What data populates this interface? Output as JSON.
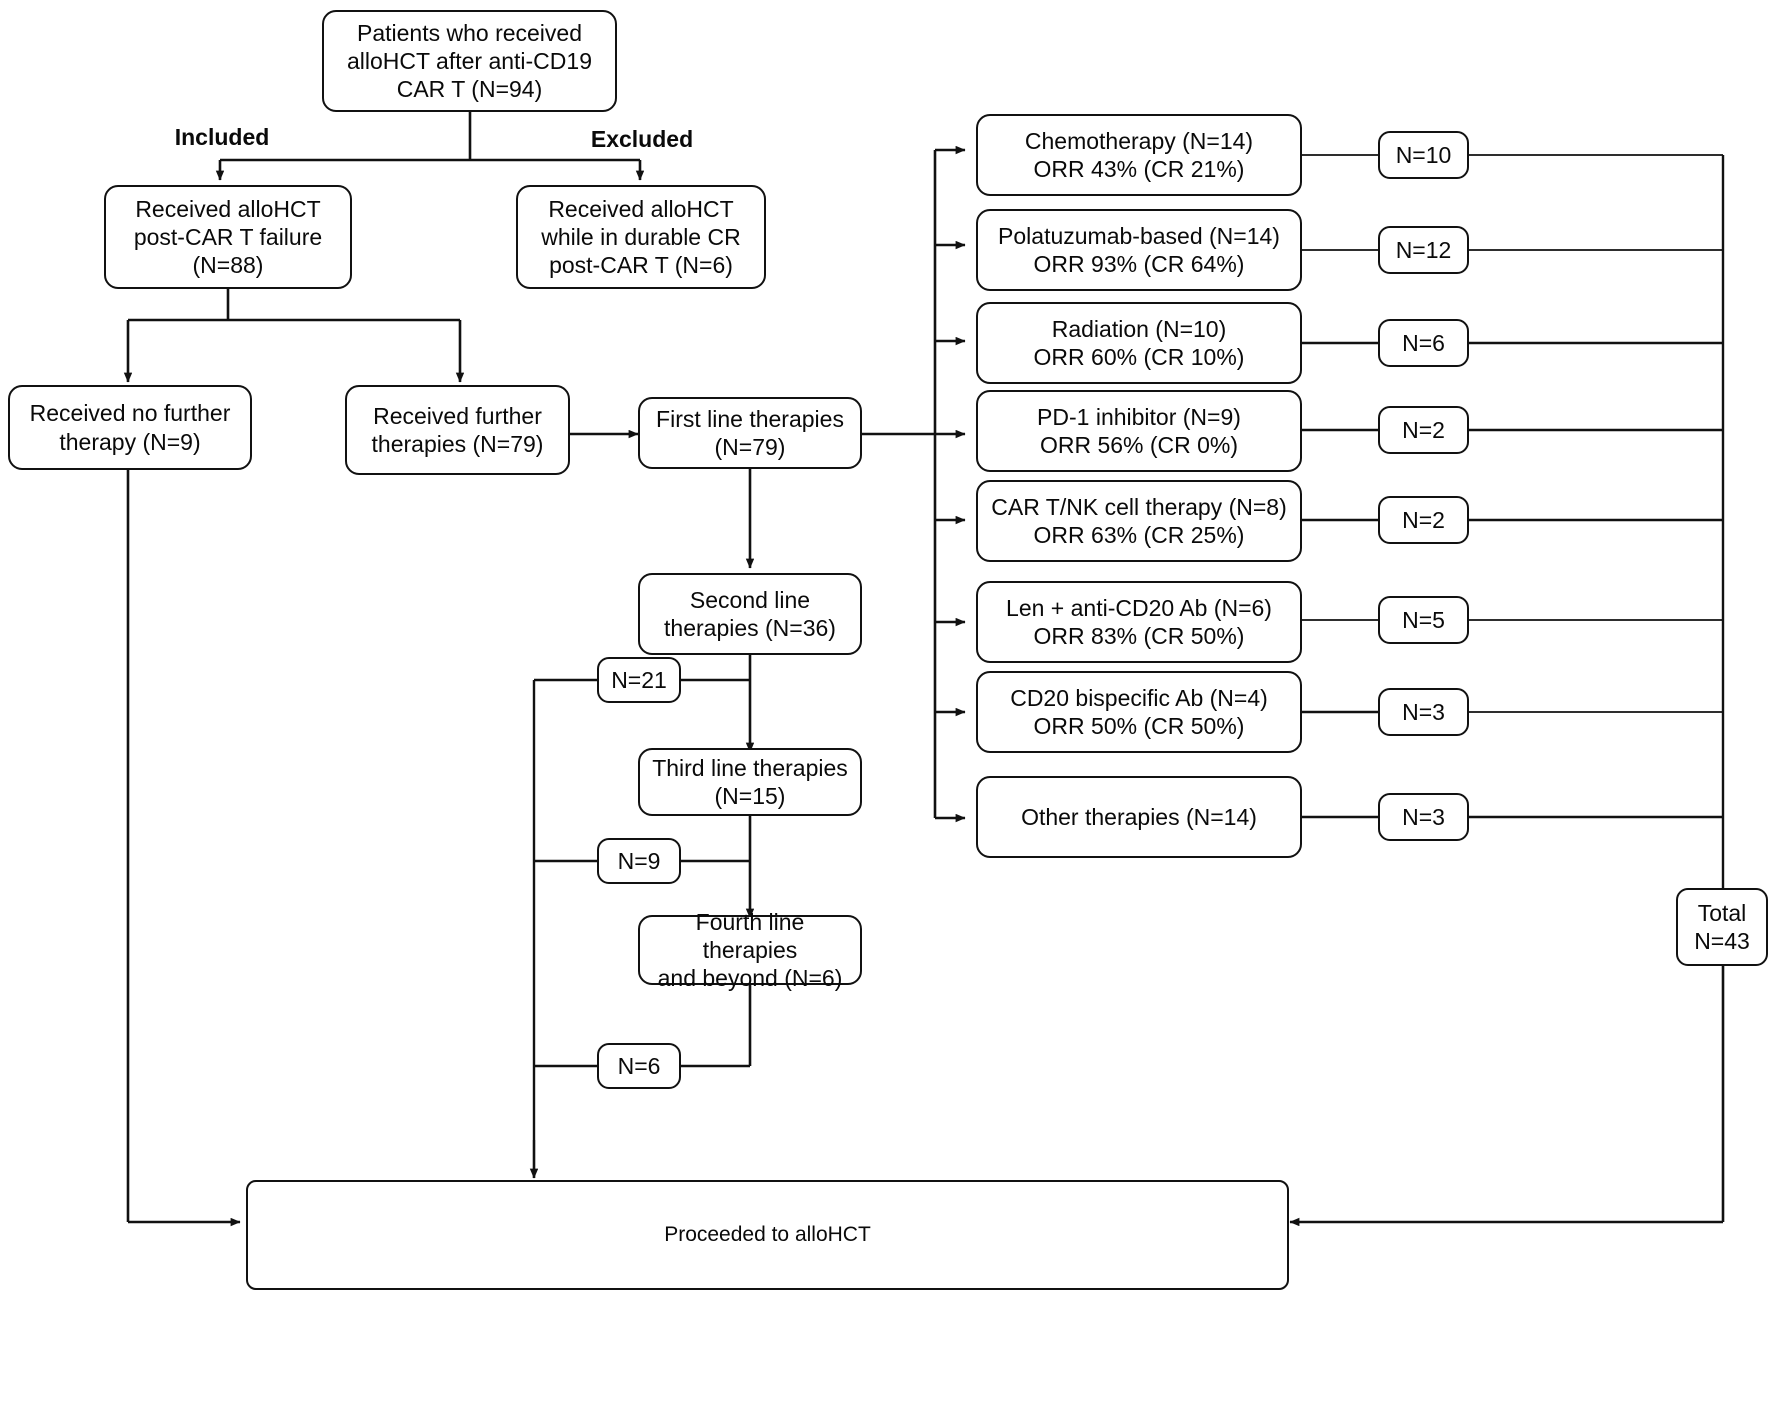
{
  "diagram": {
    "title": "Patient flow through alloHCT after anti-CD19 CAR T",
    "colors": {
      "stroke": "#111111",
      "background": "#ffffff",
      "text": "#0a0a0a"
    },
    "edge_labels": [
      {
        "id": "included",
        "text": "Included"
      },
      {
        "id": "excluded",
        "text": "Excluded"
      }
    ],
    "nodes": {
      "root": {
        "text": "Patients who received\nalloHCT after anti-CD19\nCAR T (N=94)"
      },
      "included": {
        "text": "Received alloHCT\npost-CAR T failure\n(N=88)"
      },
      "excluded": {
        "text": "Received alloHCT\nwhile in durable CR\npost-CAR T (N=6)"
      },
      "no_further": {
        "text": "Received no further\ntherapy (N=9)"
      },
      "further": {
        "text": "Received further\ntherapies (N=79)"
      },
      "first_line": {
        "text": "First line therapies\n(N=79)"
      },
      "second_line": {
        "text": "Second line\ntherapies (N=36)"
      },
      "third_line": {
        "text": "Third line therapies\n(N=15)"
      },
      "fourth_line": {
        "text": "Fourth line therapies\nand beyond (N=6)"
      },
      "proceeded": {
        "text": "Proceeded to alloHCT"
      },
      "total": {
        "text": "Total\nN=43"
      }
    },
    "line_offshoots": [
      {
        "id": "second-line-offshoot",
        "text": "N=21"
      },
      {
        "id": "third-line-offshoot",
        "text": "N=9"
      },
      {
        "id": "fourth-line-offshoot",
        "text": "N=6"
      }
    ],
    "therapies": [
      {
        "id": "chemotherapy",
        "text": "Chemotherapy (N=14)\nORR 43% (CR 21%)",
        "count": "N=10"
      },
      {
        "id": "polatuzumab",
        "text": "Polatuzumab-based (N=14)\nORR 93% (CR 64%)",
        "count": "N=12"
      },
      {
        "id": "radiation",
        "text": "Radiation (N=10)\nORR 60% (CR 10%)",
        "count": "N=6"
      },
      {
        "id": "pd1-inhibitor",
        "text": "PD-1 inhibitor (N=9)\nORR 56% (CR 0%)",
        "count": "N=2"
      },
      {
        "id": "car-t-nk",
        "text": "CAR T/NK cell therapy (N=8)\nORR 63% (CR 25%)",
        "count": "N=2"
      },
      {
        "id": "len-anti-cd20",
        "text": "Len + anti-CD20 Ab (N=6)\nORR 83% (CR 50%)",
        "count": "N=5"
      },
      {
        "id": "cd20-bispecific",
        "text": "CD20 bispecific Ab (N=4)\nORR 50% (CR 50%)",
        "count": "N=3"
      },
      {
        "id": "other-therapies",
        "text": "Other therapies (N=14)",
        "count": "N=3"
      }
    ]
  }
}
